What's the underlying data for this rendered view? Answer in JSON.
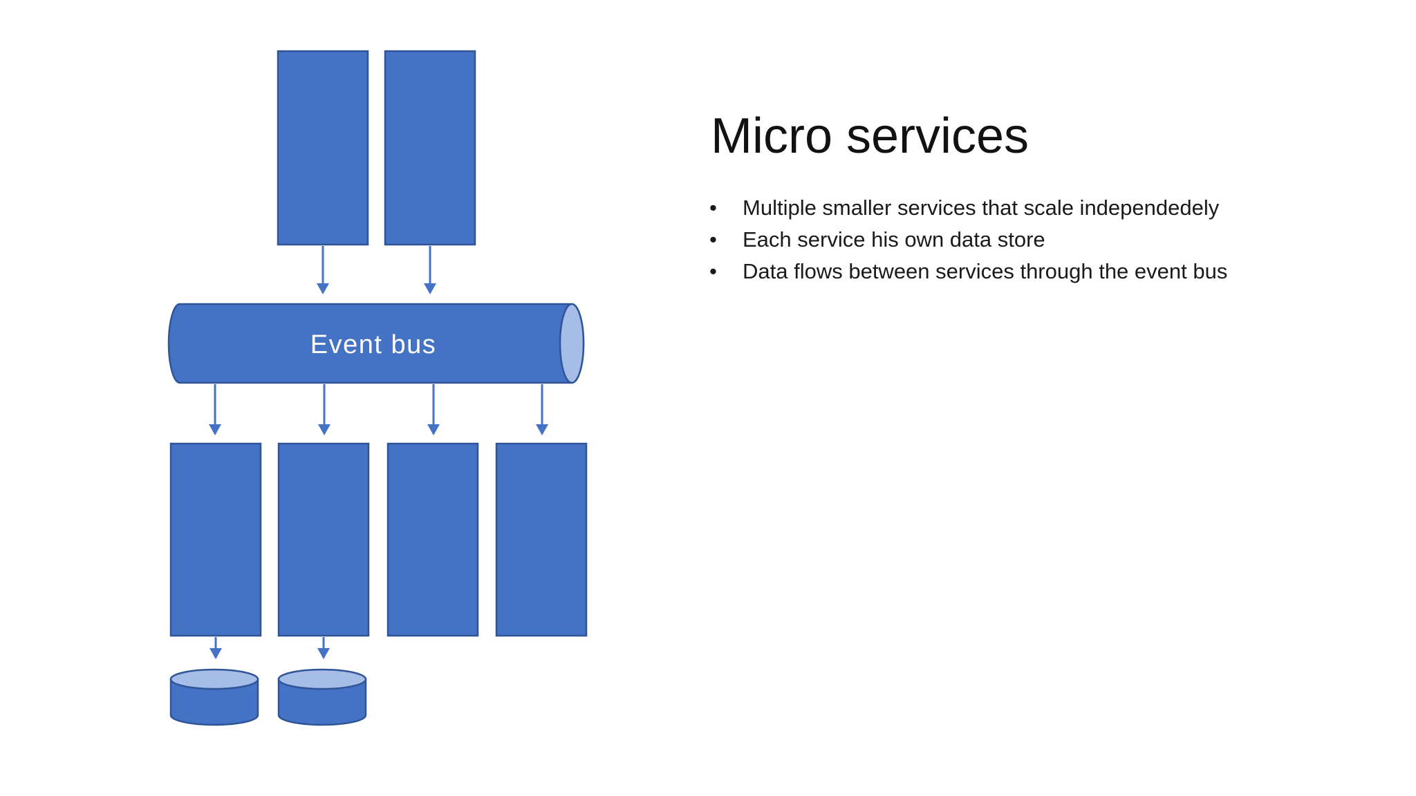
{
  "slide": {
    "title": "Micro services",
    "bullets": [
      "Multiple smaller services that scale independedely",
      "Each service his own data store",
      "Data flows between services through the event bus"
    ],
    "bullet_glyph": "•"
  },
  "diagram": {
    "event_bus_label": "Event bus",
    "colors": {
      "shape_fill": "#4472C4",
      "shape_border": "#2F5597",
      "cap_fill": "#A6BDE7",
      "arrow": "#4472C4",
      "bus_text": "#FFFFFF"
    },
    "structure": {
      "producer_services": 2,
      "consumer_services": 4,
      "data_stores": 2
    }
  }
}
